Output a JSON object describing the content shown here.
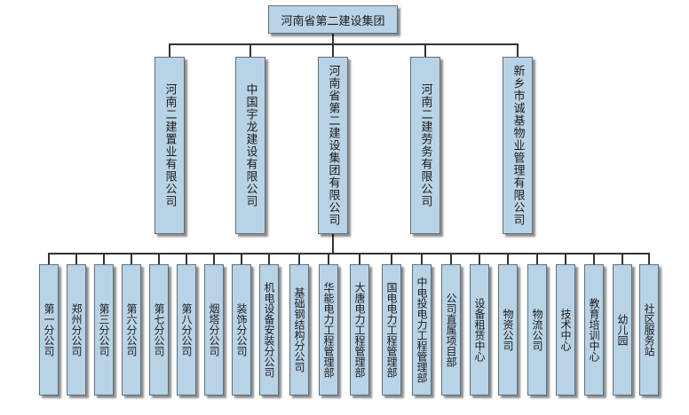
{
  "root": {
    "label": "河南省第二建设集团"
  },
  "subsidiaries": [
    {
      "label": "河南二建置业有限公司"
    },
    {
      "label": "中国宇龙建设有限公司"
    },
    {
      "label": "河南省第二建设集团有限公司"
    },
    {
      "label": "河南二建劳务有限公司"
    },
    {
      "label": "新乡市诚基物业管理有限公司"
    }
  ],
  "branches": [
    {
      "label": "第一分公司"
    },
    {
      "label": "郑州分公司"
    },
    {
      "label": "第三分公司"
    },
    {
      "label": "第六分公司"
    },
    {
      "label": "第七分公司"
    },
    {
      "label": "第八分公司"
    },
    {
      "label": "烟塔分公司"
    },
    {
      "label": "装饰分公司"
    },
    {
      "label": "机电设备安装分公司"
    },
    {
      "label": "基础钢结构分公司"
    },
    {
      "label": "华能电力工程管理部"
    },
    {
      "label": "大唐电力工程管理部"
    },
    {
      "label": "国电电力工程管理部"
    },
    {
      "label": "中电投电力工程管理部"
    },
    {
      "label": "公司直属项目部"
    },
    {
      "label": "设备租赁中心"
    },
    {
      "label": "物资公司"
    },
    {
      "label": "物流公司"
    },
    {
      "label": "技术中心"
    },
    {
      "label": "教育培训中心"
    },
    {
      "label": "幼儿园"
    },
    {
      "label": "社区服务站"
    }
  ],
  "colors": {
    "box_fill": "#b9d3e6",
    "box_border": "#5d6f7c",
    "line": "#333333"
  }
}
